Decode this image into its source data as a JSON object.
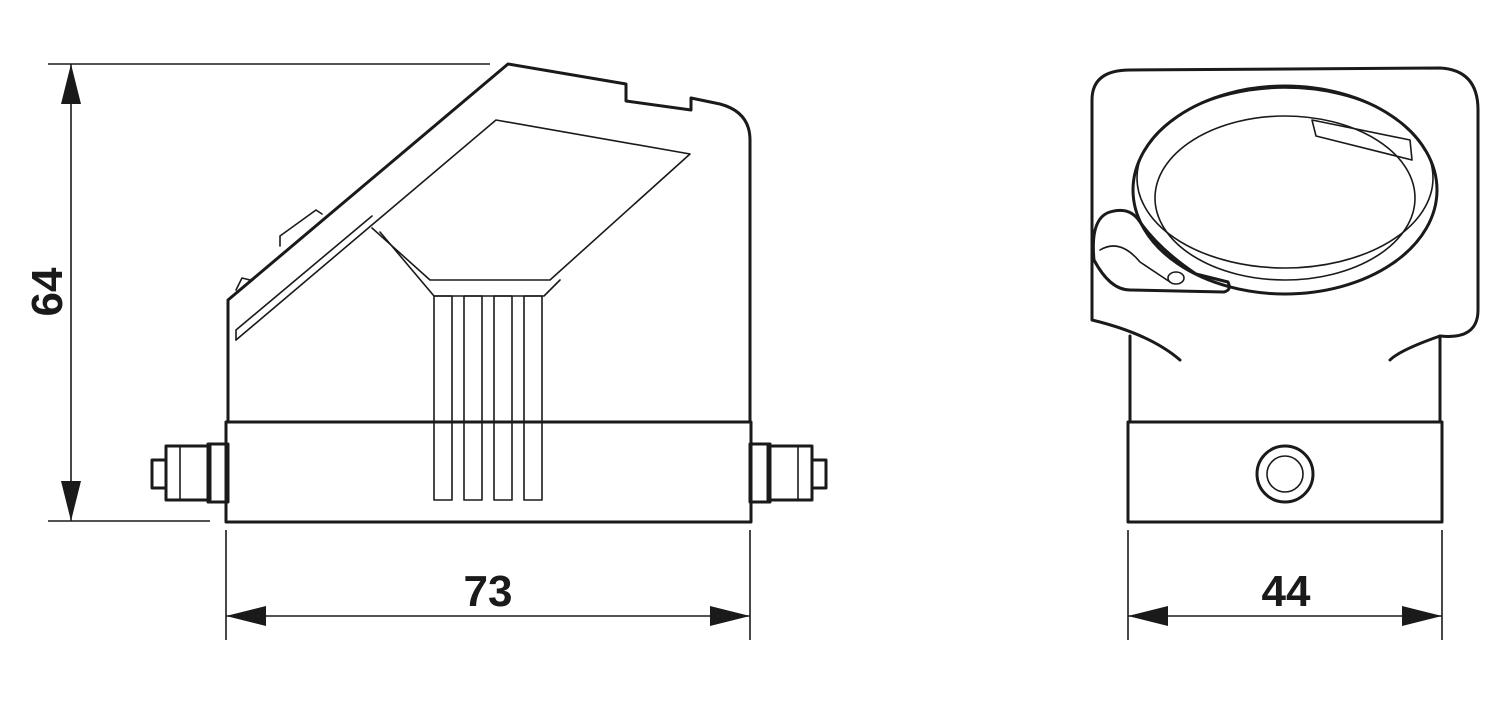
{
  "dimensions": {
    "height_label": "64",
    "side_width_label": "73",
    "front_width_label": "44"
  },
  "colors": {
    "line": "#1a1a1a",
    "background": "#ffffff"
  }
}
